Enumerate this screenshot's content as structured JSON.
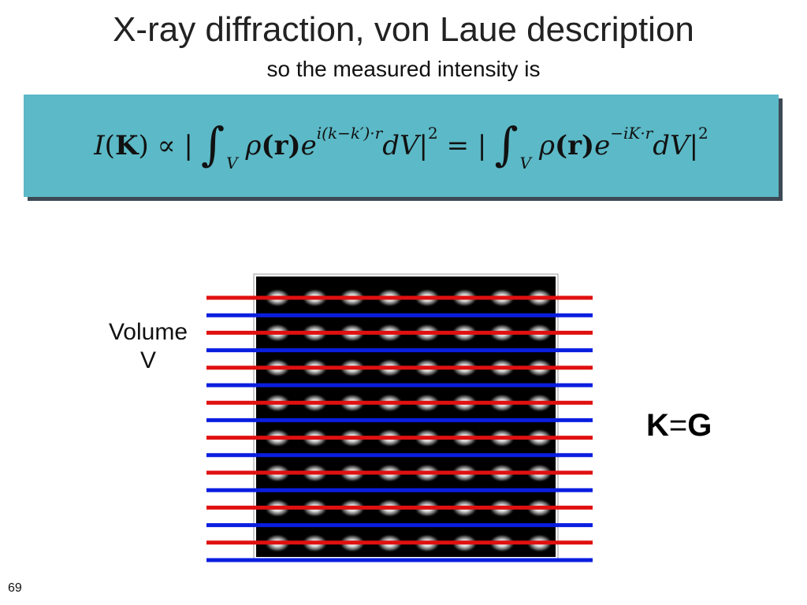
{
  "slide": {
    "title": "X-ray diffraction, von Laue description",
    "subtitle": "so the measured intensity is",
    "volume_label_line1": "Volume",
    "volume_label_line2": "V",
    "kg_k": "K",
    "kg_eq": "=",
    "kg_g": "G",
    "page_number": "69"
  },
  "equation": {
    "lhs_I": "I",
    "lhs_paren_open": "(",
    "lhs_K": "K",
    "lhs_paren_close": ")",
    "propto": "∝ |",
    "integral": "∫",
    "int_sub": "V",
    "rho": "ρ",
    "r1": "(r)",
    "e1": "e",
    "exp1": "i(k−k′)·r",
    "dv1": "dV",
    "abs1": "|",
    "sq1": "2",
    "equals": "= |",
    "rho2": "ρ",
    "r2": "(r)",
    "e2": "e",
    "exp2": "−iK·r",
    "dv2": "dV",
    "abs2": "|",
    "sq2": "2"
  },
  "lattice": {
    "rows": 8,
    "cols": 8,
    "plane_colors": [
      "#e01010",
      "#0a1ee0"
    ]
  },
  "colors": {
    "equation_box": "#5cb9c7",
    "equation_shadow": "#3d4a55",
    "crystal_background": "#000000"
  }
}
